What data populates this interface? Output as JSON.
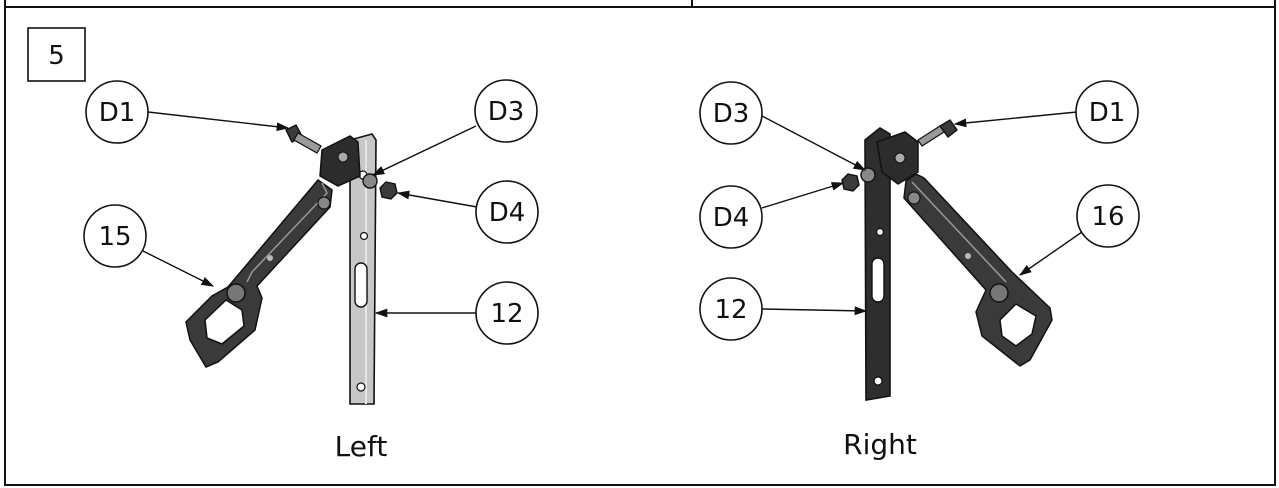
{
  "step": {
    "number": "5"
  },
  "left": {
    "caption": "Left",
    "callouts": {
      "d1": "D1",
      "d3": "D3",
      "d4": "D4",
      "c15": "15",
      "c12": "12"
    }
  },
  "right": {
    "caption": "Right",
    "callouts": {
      "d3": "D3",
      "d1": "D1",
      "d4": "D4",
      "c16": "16",
      "c12": "12"
    }
  }
}
